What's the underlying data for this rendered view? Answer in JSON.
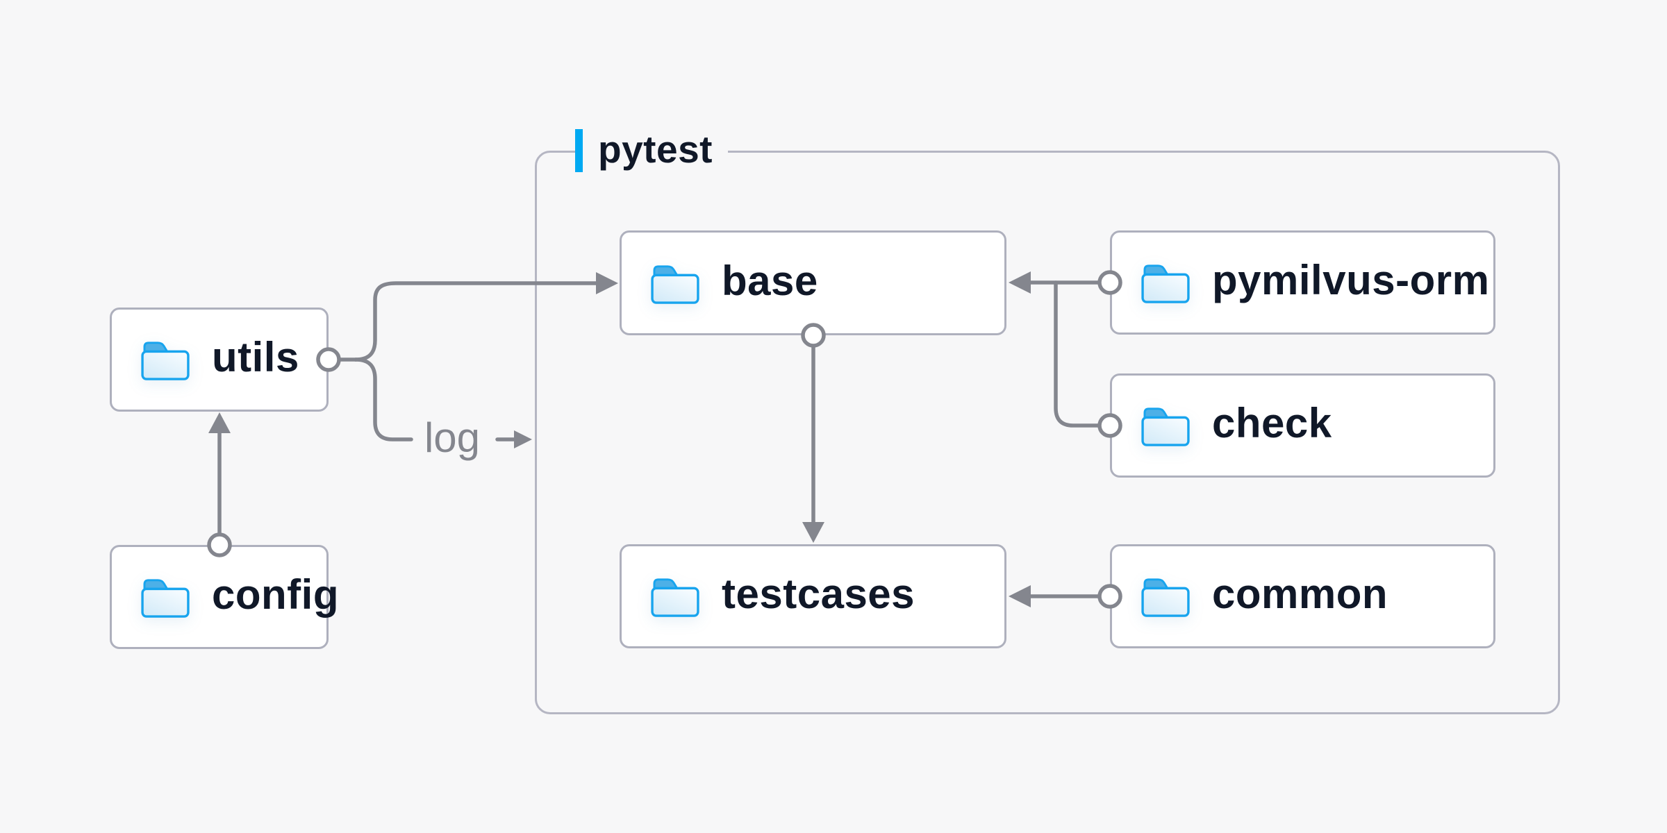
{
  "diagram": {
    "type": "folder-structure-diagram",
    "group": {
      "label": "pytest"
    },
    "nodes": [
      {
        "id": "utils",
        "label": "utils",
        "icon": "folder-icon",
        "in_group": false
      },
      {
        "id": "config",
        "label": "config",
        "icon": "folder-icon",
        "in_group": false
      },
      {
        "id": "base",
        "label": "base",
        "icon": "folder-icon",
        "in_group": true
      },
      {
        "id": "testcases",
        "label": "testcases",
        "icon": "folder-icon",
        "in_group": true
      },
      {
        "id": "pymilvus-orm",
        "label": "pymilvus-orm",
        "icon": "folder-icon",
        "in_group": true
      },
      {
        "id": "check",
        "label": "check",
        "icon": "folder-icon",
        "in_group": true
      },
      {
        "id": "common",
        "label": "common",
        "icon": "folder-icon",
        "in_group": true
      }
    ],
    "edges": [
      {
        "from": "config",
        "to": "utils",
        "style": "arrow",
        "label": ""
      },
      {
        "from": "utils",
        "to": "base",
        "style": "arrow",
        "label": ""
      },
      {
        "from": "utils",
        "to": "pytest-group",
        "style": "arrow",
        "label": "log"
      },
      {
        "from": "pymilvus-orm",
        "to": "base",
        "style": "arrow",
        "label": ""
      },
      {
        "from": "check",
        "to": "base",
        "style": "arrow",
        "label": ""
      },
      {
        "from": "base",
        "to": "testcases",
        "style": "arrow",
        "label": ""
      },
      {
        "from": "common",
        "to": "testcases",
        "style": "arrow",
        "label": ""
      }
    ],
    "colors": {
      "background": "#f7f7f8",
      "node_fill": "#ffffff",
      "node_border": "#aeb0bd",
      "group_border": "#b5b6c3",
      "connector": "#84868e",
      "label_text": "#101828",
      "edge_label_text": "#84868e",
      "accent_bar": "#00a9f2",
      "folder_blue": "#17a4ee"
    }
  }
}
